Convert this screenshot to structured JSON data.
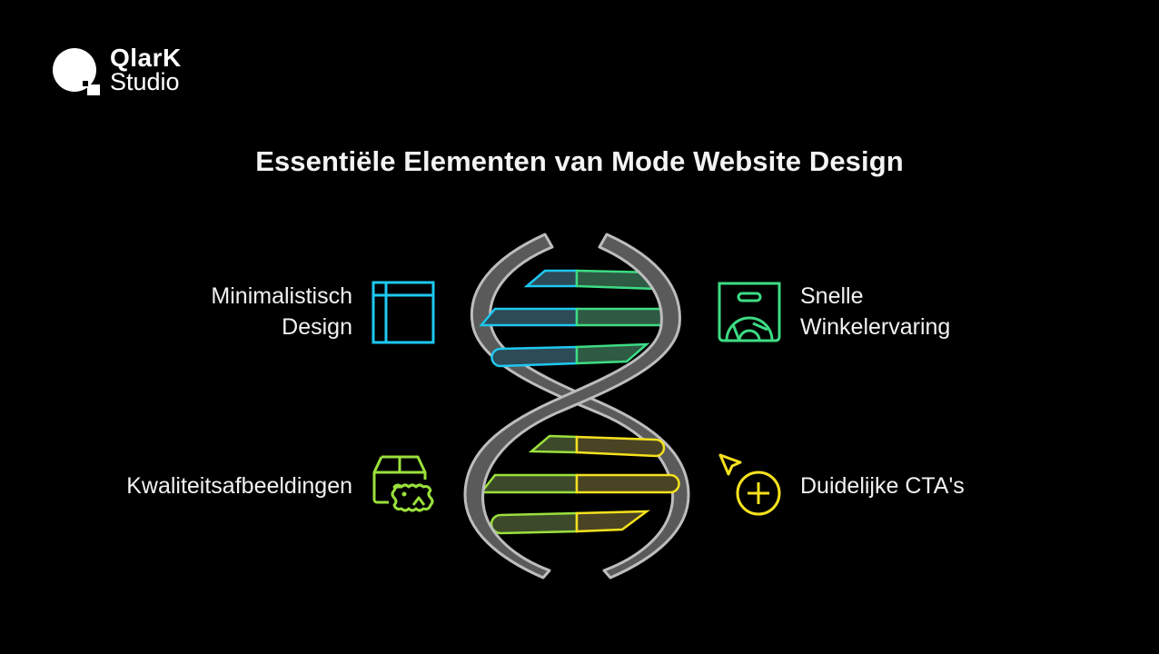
{
  "brand": {
    "line1": "QlarK",
    "line2": "Studio"
  },
  "title": "Essentiële Elementen van Mode Website Design",
  "colors": {
    "background": "#000000",
    "strand_fill": "#5a5a5a",
    "strand_stroke": "#bdbdbd",
    "blue": "#1ec8f0",
    "green": "#3ddc84",
    "lime": "#9be03c",
    "yellow": "#f5e11e"
  },
  "elements": [
    {
      "id": "minimalistisch",
      "label_line1": "Minimalistisch",
      "label_line2": "Design",
      "icon": "layout-grid-icon",
      "color": "#1ec8f0",
      "side": "left"
    },
    {
      "id": "snelle",
      "label_line1": "Snelle",
      "label_line2": "Winkelervaring",
      "icon": "shopping-bag-speedometer-icon",
      "color": "#3ddc84",
      "side": "right"
    },
    {
      "id": "kwaliteit",
      "label_line1": "Kwaliteitsafbeeldingen",
      "label_line2": "",
      "icon": "box-image-icon",
      "color": "#9be03c",
      "side": "left"
    },
    {
      "id": "cta",
      "label_line1": "Duidelijke CTA's",
      "label_line2": "",
      "icon": "cursor-plus-icon",
      "color": "#f5e11e",
      "side": "right"
    }
  ]
}
